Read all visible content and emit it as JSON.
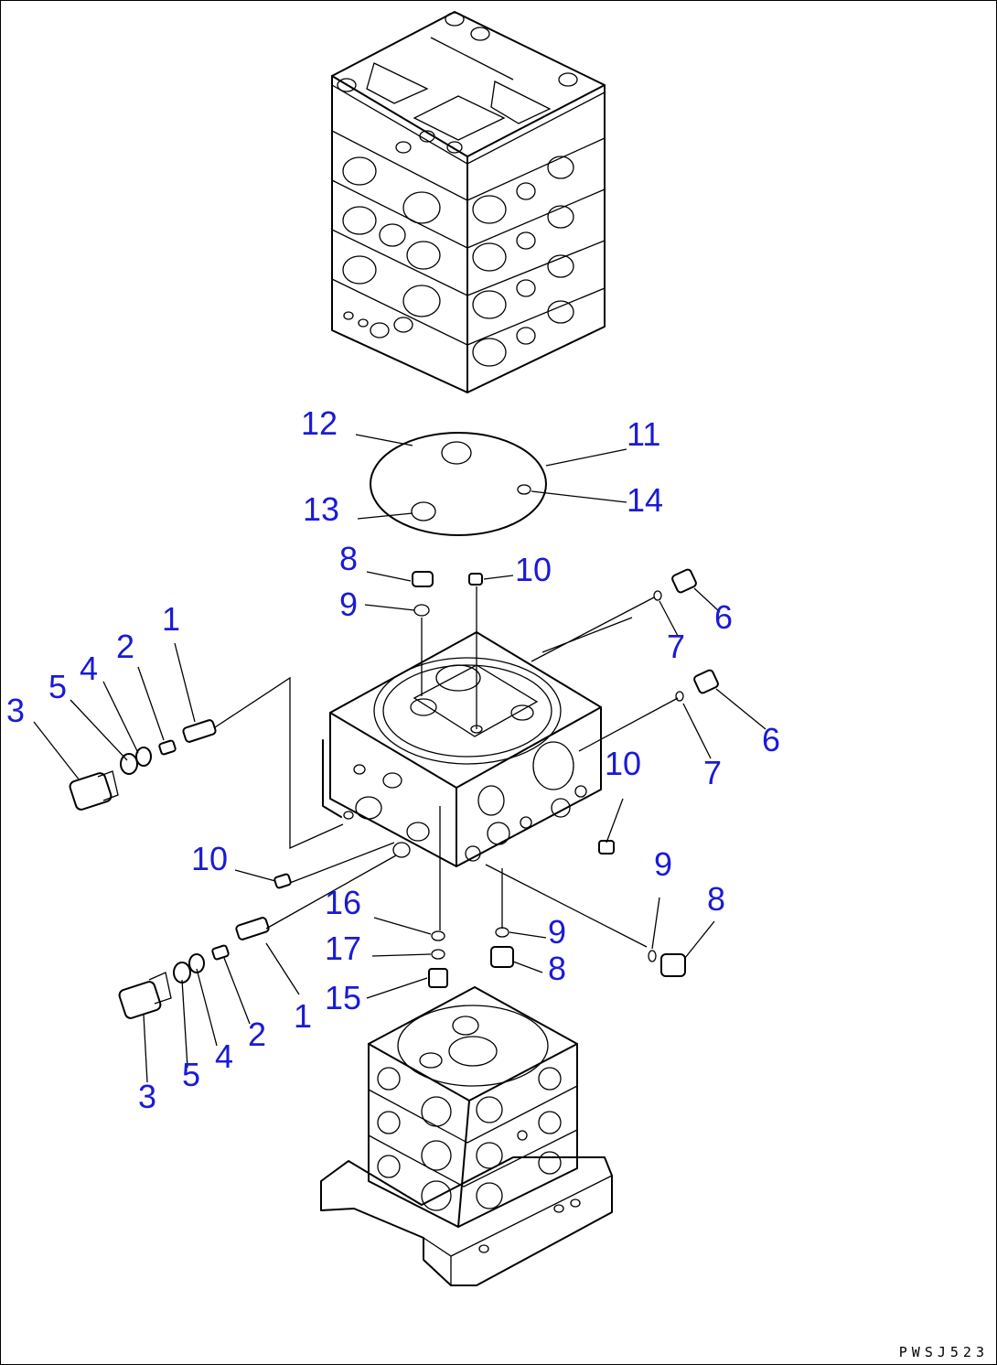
{
  "diagram": {
    "drawing_code": "PWSJ523",
    "label_color": "#1a1ad6",
    "line_color": "#000000",
    "callouts": [
      {
        "id": "c1a",
        "text": "1"
      },
      {
        "id": "c2a",
        "text": "2"
      },
      {
        "id": "c4a",
        "text": "4"
      },
      {
        "id": "c5a",
        "text": "5"
      },
      {
        "id": "c3a",
        "text": "3"
      },
      {
        "id": "c12",
        "text": "12"
      },
      {
        "id": "c11",
        "text": "11"
      },
      {
        "id": "c14",
        "text": "14"
      },
      {
        "id": "c13",
        "text": "13"
      },
      {
        "id": "c8a",
        "text": "8"
      },
      {
        "id": "c9a",
        "text": "9"
      },
      {
        "id": "c10a",
        "text": "10"
      },
      {
        "id": "c6a",
        "text": "6"
      },
      {
        "id": "c7a",
        "text": "7"
      },
      {
        "id": "c6b",
        "text": "6"
      },
      {
        "id": "c7b",
        "text": "7"
      },
      {
        "id": "c10b",
        "text": "10"
      },
      {
        "id": "c10c",
        "text": "10"
      },
      {
        "id": "c9b",
        "text": "9"
      },
      {
        "id": "c8b",
        "text": "8"
      },
      {
        "id": "c16",
        "text": "16"
      },
      {
        "id": "c9c",
        "text": "9"
      },
      {
        "id": "c17",
        "text": "17"
      },
      {
        "id": "c8c",
        "text": "8"
      },
      {
        "id": "c15",
        "text": "15"
      },
      {
        "id": "c1b",
        "text": "1"
      },
      {
        "id": "c2b",
        "text": "2"
      },
      {
        "id": "c4b",
        "text": "4"
      },
      {
        "id": "c5b",
        "text": "5"
      },
      {
        "id": "c3b",
        "text": "3"
      }
    ]
  }
}
